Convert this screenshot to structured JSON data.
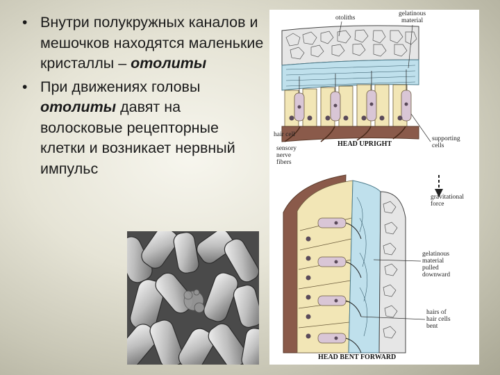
{
  "slide": {
    "bullets": [
      {
        "pre": "Внутри полукружных каналов и мешочков находятся маленькие кристаллы – ",
        "em": "отолиты",
        "post": ""
      },
      {
        "pre": "При движениях головы ",
        "em": "отолиты",
        "post": " давят на волосковые рецепторные клетки и возникает нервный импульс"
      }
    ],
    "bullet_symbol": "•"
  },
  "diagram": {
    "labels": {
      "otoliths": "otoliths",
      "gelatinous_material": [
        "gelatinous",
        "material"
      ],
      "hair_cell": "hair cell",
      "sensory_nerve_fibers": [
        "sensory",
        "nerve",
        "fibers"
      ],
      "head_upright": "HEAD UPRIGHT",
      "supporting_cells": [
        "supporting",
        "cells"
      ],
      "gravitational_force": [
        "gravitational",
        "force"
      ],
      "gelatinous_pulled": [
        "gelatinous",
        "material",
        "pulled",
        "downward"
      ],
      "hairs_bent": [
        "hairs of",
        "hair cells",
        "bent"
      ],
      "head_bent_forward": "HEAD BENT FORWARD"
    }
  },
  "colors": {
    "background": "#d8d6c6",
    "text": "#1a1a1a",
    "gel": "#bfe0ec",
    "hair_cell": "#f2e6b6",
    "tissue": "#8a5a4a",
    "nucleus": "#5a4a5a"
  },
  "photo": {
    "description_icon": "otolith-crystals-micrograph"
  }
}
